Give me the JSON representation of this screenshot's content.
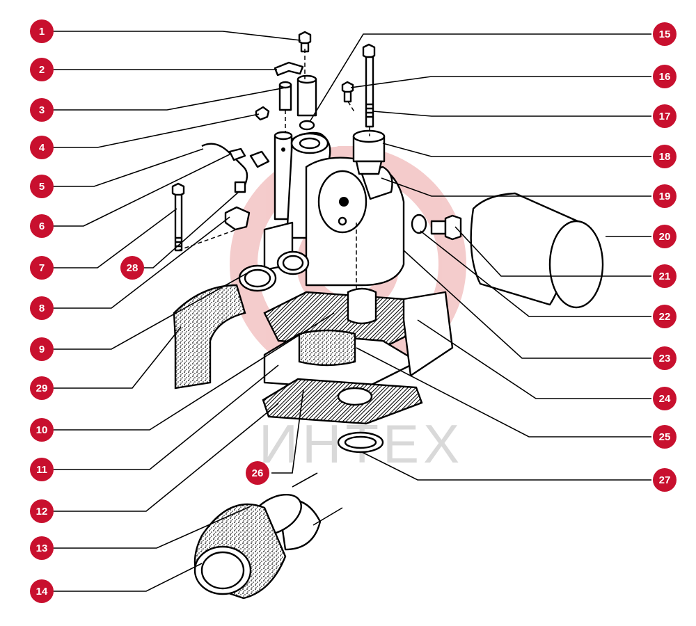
{
  "watermark": {
    "text": "ИНТЕХ",
    "color": "#d9d9d9",
    "logo_color": "#f3c6c6"
  },
  "callout_color": "#c8102e",
  "callouts": [
    {
      "number": "1"
    },
    {
      "number": "2"
    },
    {
      "number": "3"
    },
    {
      "number": "4"
    },
    {
      "number": "5"
    },
    {
      "number": "6"
    },
    {
      "number": "7"
    },
    {
      "number": "8"
    },
    {
      "number": "9"
    },
    {
      "number": "10"
    },
    {
      "number": "11"
    },
    {
      "number": "12"
    },
    {
      "number": "13"
    },
    {
      "number": "14"
    },
    {
      "number": "15"
    },
    {
      "number": "16"
    },
    {
      "number": "17"
    },
    {
      "number": "18"
    },
    {
      "number": "19"
    },
    {
      "number": "20"
    },
    {
      "number": "21"
    },
    {
      "number": "22"
    },
    {
      "number": "23"
    },
    {
      "number": "24"
    },
    {
      "number": "25"
    },
    {
      "number": "26"
    },
    {
      "number": "27"
    },
    {
      "number": "28"
    },
    {
      "number": "29"
    }
  ]
}
